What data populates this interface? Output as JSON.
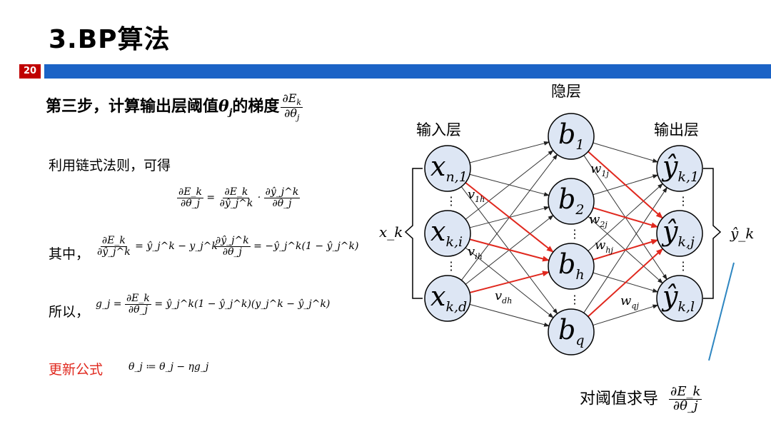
{
  "slide": {
    "title": "3.BP算法",
    "page_number": "20",
    "step_heading": "第三步，计算输出层阈值",
    "step_theta": "θ",
    "step_theta_sub": "j",
    "step_suffix": "的梯度",
    "step_frac_num": "∂E",
    "step_frac_num_sub": "k",
    "step_frac_den": "∂θ",
    "step_frac_den_sub": "j",
    "chain_rule_label": "利用链式法则，可得",
    "chain_eq_lhs_num": "∂E_k",
    "chain_eq_lhs_den": "∂θ_j",
    "chain_eq_r1_num": "∂E_k",
    "chain_eq_r1_den": "∂ŷ_j^k",
    "chain_eq_r2_num": "∂ŷ_j^k",
    "chain_eq_r2_den": "∂θ_j",
    "where_label": "其中，",
    "where_eq1_num": "∂E_k",
    "where_eq1_den": "∂ŷ_j^k",
    "where_eq1_rhs": "= ŷ_j^k − y_j^k",
    "where_eq2_num": "∂ŷ_j^k",
    "where_eq2_den": "∂θ_j",
    "where_eq2_rhs": "= −ŷ_j^k(1 − ŷ_j^k)",
    "so_label": "所以，",
    "so_eq_lhs": "g_j =",
    "so_eq_num": "∂E_k",
    "so_eq_den": "∂θ_j",
    "so_eq_rhs": "= ŷ_j^k(1 − ŷ_j^k)(y_j^k − ŷ_j^k)",
    "update_label": "更新公式",
    "update_eq": "θ_j ≔ θ_j − ηg_j",
    "caption_label": "对阈值求导",
    "caption_frac_num": "∂E_k",
    "caption_frac_den": "∂θ_j"
  },
  "network": {
    "layer_hidden": "隐层",
    "layer_input": "输入层",
    "layer_output": "输出层",
    "input_vector": "x_k",
    "output_vector": "ŷ_k",
    "input_nodes": [
      {
        "base": "x",
        "sub": "n,1"
      },
      {
        "base": "x",
        "sub": "k,i"
      },
      {
        "base": "x",
        "sub": "k,d"
      }
    ],
    "hidden_nodes": [
      {
        "base": "b",
        "sub": "1"
      },
      {
        "base": "b",
        "sub": "2"
      },
      {
        "base": "b",
        "sub": "h"
      },
      {
        "base": "b",
        "sub": "q"
      }
    ],
    "output_nodes": [
      {
        "base": "ŷ",
        "sub": "k,1"
      },
      {
        "base": "ŷ",
        "sub": "k,j"
      },
      {
        "base": "ŷ",
        "sub": "k,l"
      }
    ],
    "weight_labels_in": [
      {
        "base": "v",
        "sub": "1h"
      },
      {
        "base": "v",
        "sub": "ih"
      },
      {
        "base": "v",
        "sub": "dh"
      }
    ],
    "weight_labels_out": [
      {
        "base": "w",
        "sub": "1j"
      },
      {
        "base": "w",
        "sub": "2j"
      },
      {
        "base": "w",
        "sub": "hj"
      },
      {
        "base": "w",
        "sub": "qj"
      }
    ],
    "colors": {
      "node_fill": "#dde6f4",
      "edge": "#333333",
      "highlight": "#e0281e",
      "accent_line": "#2e86c1"
    }
  }
}
